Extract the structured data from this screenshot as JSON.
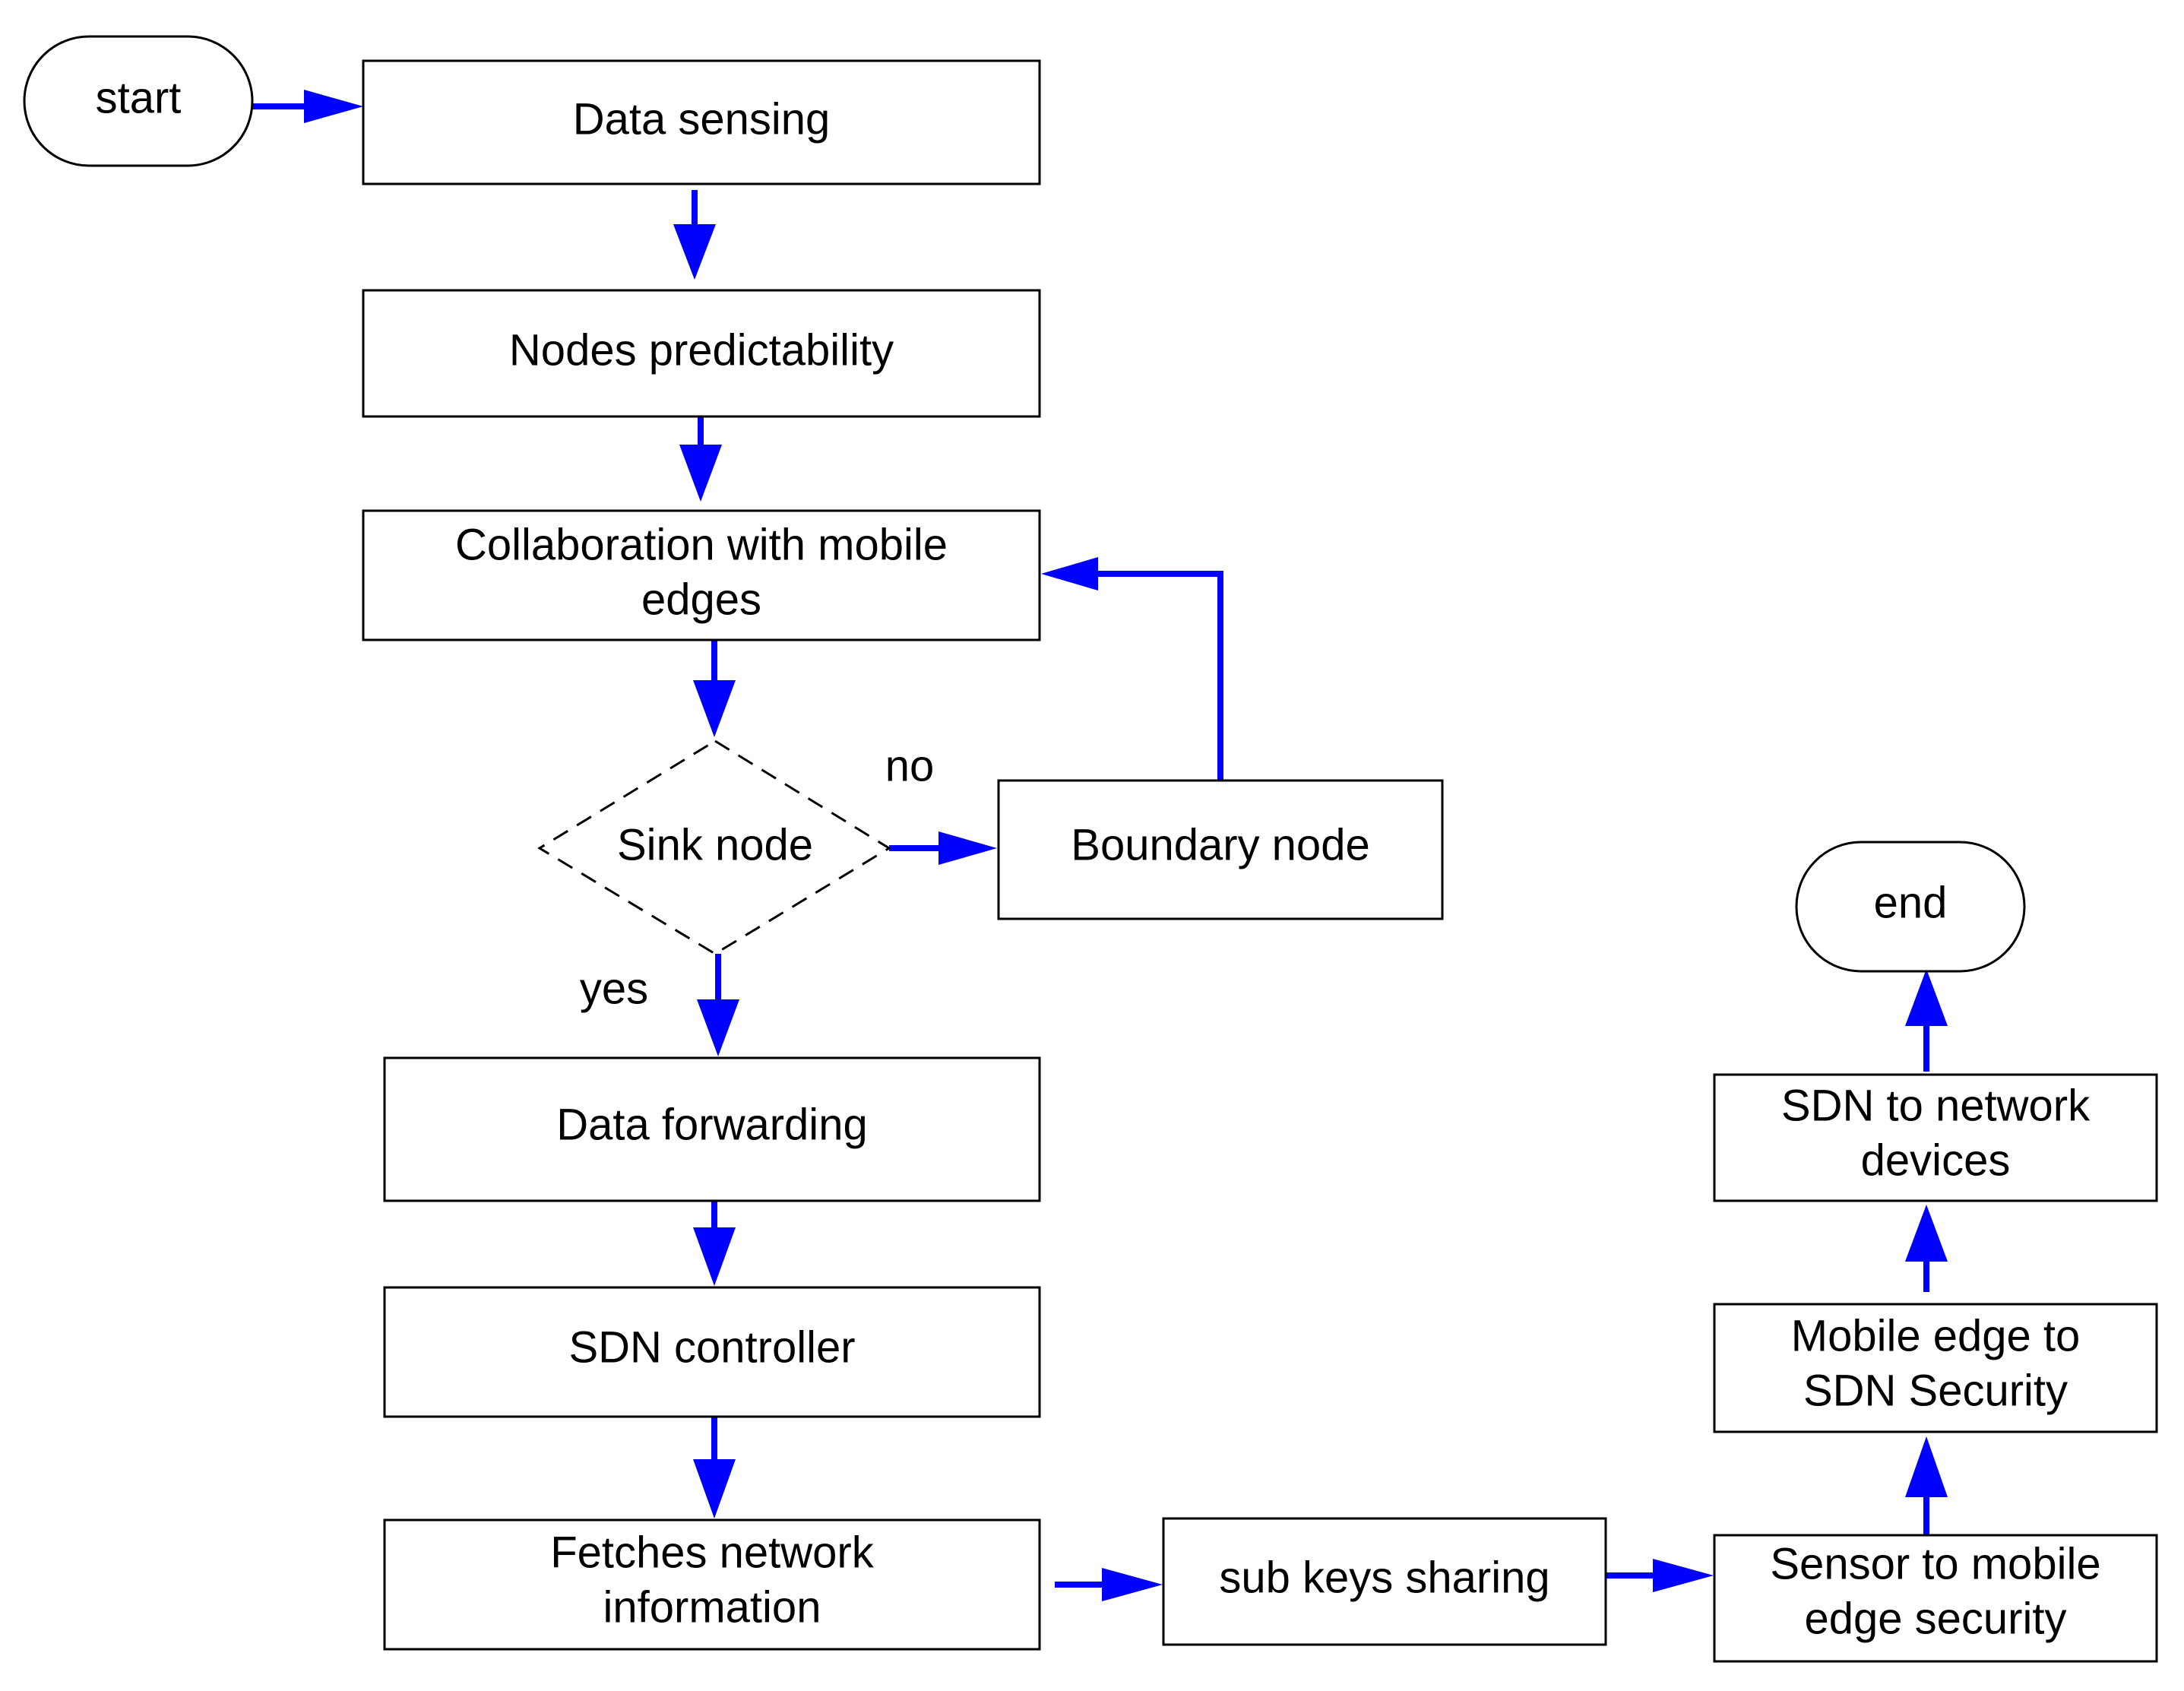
{
  "nodes": {
    "start": {
      "label": "start"
    },
    "data_sensing": {
      "label": "Data sensing"
    },
    "nodes_predictability": {
      "label": "Nodes predictability"
    },
    "collaboration": {
      "line1": "Collaboration with mobile",
      "line2": "edges"
    },
    "sink_node": {
      "label": "Sink node"
    },
    "boundary_node": {
      "label": "Boundary node"
    },
    "data_forwarding": {
      "label": "Data forwarding"
    },
    "sdn_controller": {
      "label": "SDN controller"
    },
    "fetches": {
      "line1": "Fetches network",
      "line2": "information"
    },
    "sub_keys": {
      "label": "sub keys sharing"
    },
    "sensor_mobile": {
      "line1": "Sensor to mobile",
      "line2": "edge security"
    },
    "mobile_sdn": {
      "line1": "Mobile edge to",
      "line2": "SDN Security"
    },
    "sdn_network": {
      "line1": "SDN to network",
      "line2": "devices"
    },
    "end": {
      "label": "end"
    }
  },
  "edge_labels": {
    "no": "no",
    "yes": "yes"
  },
  "colors": {
    "arrow": "#0000ff",
    "border": "#000000",
    "background": "#ffffff"
  }
}
